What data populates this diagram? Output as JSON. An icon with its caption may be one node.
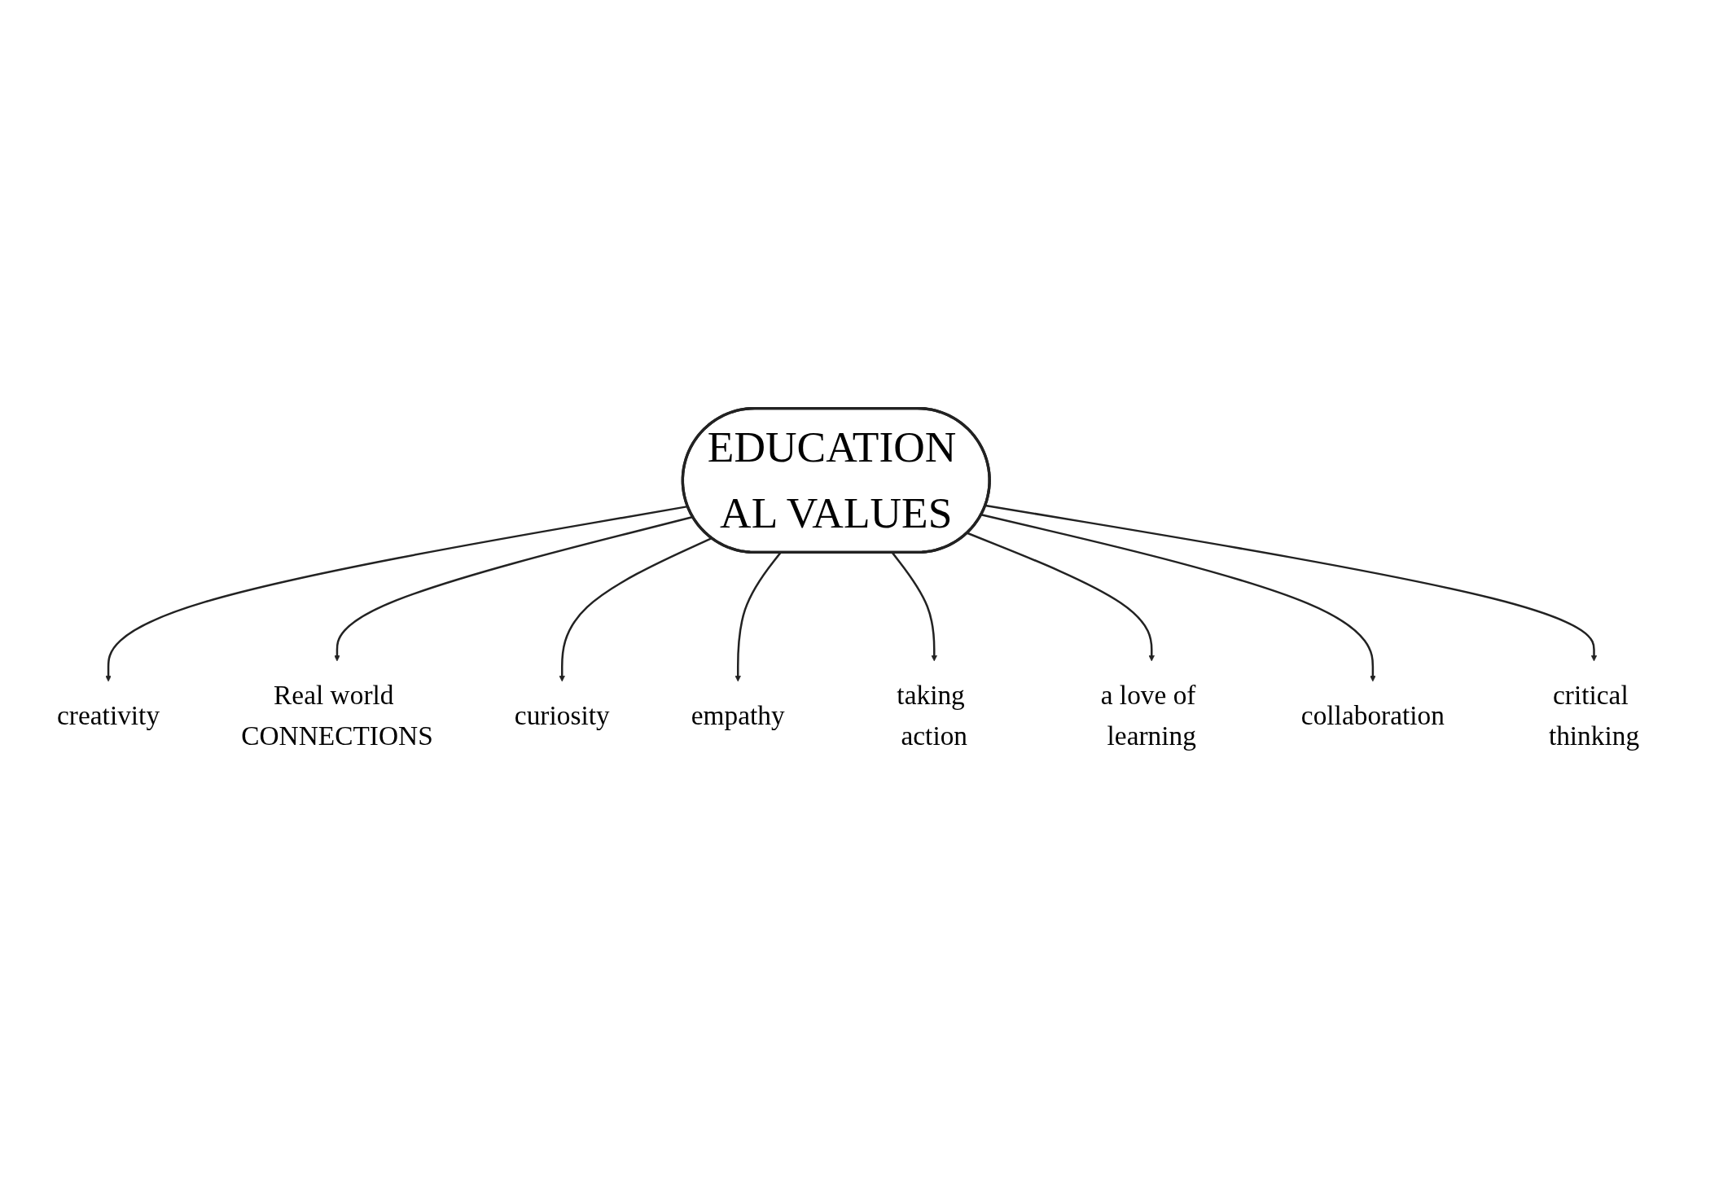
{
  "diagram": {
    "nodes": [
      {
        "text": [
          "curiosity"
        ]
      },
      {
        "text": [
          "Real world CONNECTIONS"
        ]
      },
      {
        "text": [
          "creativity"
        ]
      },
      {
        "text": [
          "empathy"
        ]
      },
      {
        "text": [
          "EDUCATION AL VALUES"
        ]
      },
      {
        "text": [
          "taking action"
        ]
      },
      {
        "text": [
          "critical thinking"
        ]
      },
      {
        "text": [
          "a love of learning"
        ]
      },
      {
        "text": [
          "collaboration"
        ]
      }
    ],
    "edges": [
      {
        "from": 4,
        "to": 2,
        "arrow": "to"
      },
      {
        "from": 4,
        "to": 1,
        "arrow": "to"
      },
      {
        "from": 4,
        "to": 0,
        "arrow": "to"
      },
      {
        "from": 4,
        "to": 3,
        "arrow": "to"
      },
      {
        "from": 4,
        "to": 5,
        "arrow": "to"
      },
      {
        "from": 4,
        "to": 7,
        "arrow": "to"
      },
      {
        "from": 4,
        "to": 8,
        "arrow": "to"
      },
      {
        "from": 4,
        "to": 6,
        "arrow": "to"
      }
    ]
  }
}
